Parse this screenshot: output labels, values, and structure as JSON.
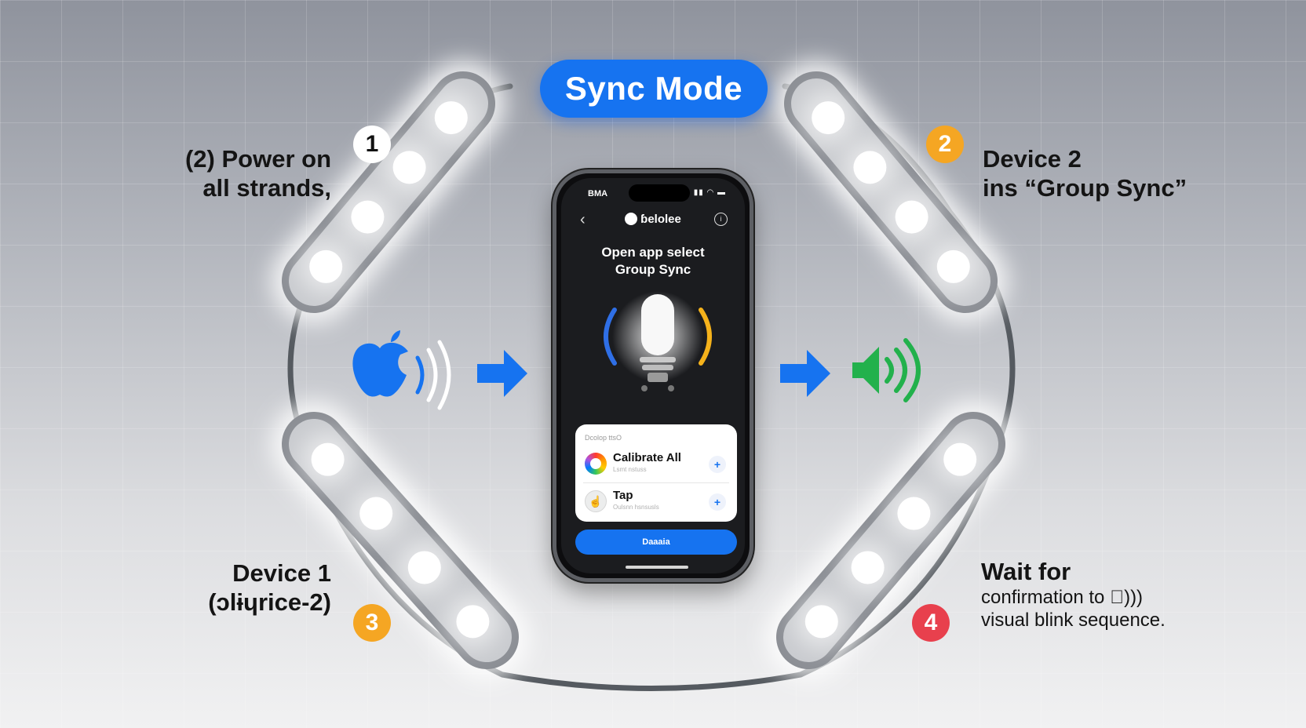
{
  "title": "Sync Mode",
  "steps": [
    {
      "number": "1",
      "badge_color": "#ffffff",
      "number_color": "#111111",
      "lines": [
        "(2) Power on",
        "all strands,"
      ]
    },
    {
      "number": "2",
      "badge_color": "#f5a623",
      "number_color": "#ffffff",
      "lines": [
        "Device 2",
        "ins “Group Sync”"
      ]
    },
    {
      "number": "3",
      "badge_color": "#f5a623",
      "number_color": "#ffffff",
      "lines": [
        "Device 1",
        "(ɔlɨɥrice-2)"
      ]
    },
    {
      "number": "4",
      "badge_color": "#e8404d",
      "number_color": "#ffffff",
      "heading": "Wait for",
      "lines": [
        "confirmation to )))",
        "visual blink sequence."
      ]
    }
  ],
  "phone": {
    "status_time": "BMA",
    "app_name": "ɓelolee",
    "prompt_lines": [
      "Open app select",
      "Group Sync"
    ],
    "card": {
      "header": "Dcolop ttsO",
      "rows": [
        {
          "title": "Calibrate All",
          "subtitle": "Lsmt nstuss",
          "icon": "color-ring-icon",
          "action": "+"
        },
        {
          "title": "Tap",
          "subtitle": "Oulsnn hsnsusls",
          "icon": "touch-icon",
          "action": "+"
        }
      ]
    },
    "button_label": "Daaaia"
  },
  "colors": {
    "accent_blue": "#1673f0",
    "sound_green": "#22b14c",
    "arc_yellow": "#f5b21b",
    "arc_blue": "#2f6fe6"
  },
  "icons": [
    "apple-sound-icon",
    "arrow-right-icon",
    "speaker-icon",
    "bulb-icon",
    "light-strand-icon"
  ]
}
